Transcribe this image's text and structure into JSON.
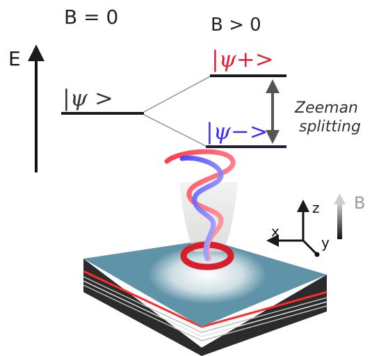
{
  "labels": {
    "b_zero": "B = 0",
    "b_positive": "B > 0",
    "energy_axis": "E",
    "state_unsplit": "|ψ >",
    "state_plus": "|ψ+>",
    "state_minus": "|ψ−>",
    "zeeman_line1": "Zeeman",
    "zeeman_line2": "splitting",
    "axis_x": "x",
    "axis_y": "y",
    "axis_z": "z",
    "field_b": "B"
  },
  "colors": {
    "plus_state": "#e0222f",
    "minus_state": "#3b2bff",
    "level_line": "#1a1a1a",
    "minus_level_line": "#2a1a3a",
    "slab_top": "#5f93a8",
    "slab_side": "#2c2c2c",
    "red_layer": "#ff2a2a",
    "field_arrow": "#9a9a9a"
  }
}
